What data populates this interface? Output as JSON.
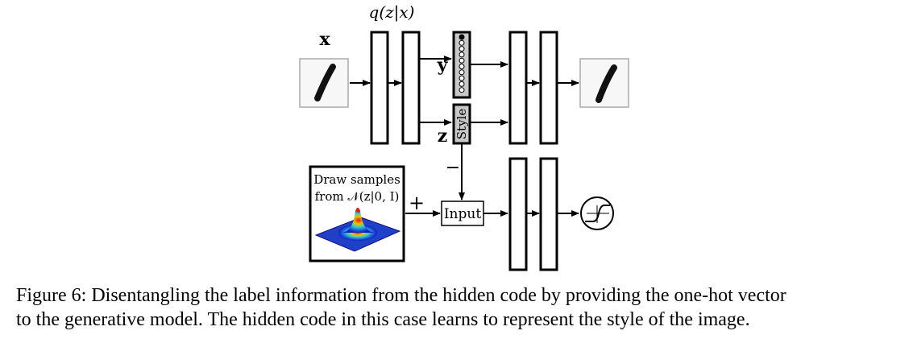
{
  "diagram": {
    "encoder_label": "q(z|x)",
    "input_label": "x",
    "y_label": "y",
    "z_label": "z",
    "style_label": "Style",
    "draw_samples_line1": "Draw samples",
    "draw_samples_line2": "from 𝒩(z|0, I)",
    "plus_sign": "+",
    "minus_sign": "−",
    "input_box_label": "Input",
    "onehot_active_index": 0,
    "onehot_units": 10,
    "colors": {
      "stroke": "#000000",
      "grey_box": "#c8c8c8",
      "digit_frame": "#aaaaaa",
      "peak_red": "#e02010",
      "plane_blue": "#1020c0"
    },
    "icons": [
      "digit-one-input",
      "digit-one-output",
      "gaussian-surface",
      "sigmoid-icon"
    ]
  },
  "caption": {
    "line1": "Figure 6: Disentangling the label information from the hidden code by providing the one-hot vector",
    "line2": "to the generative model. The hidden code in this case learns to represent the style of the image."
  }
}
